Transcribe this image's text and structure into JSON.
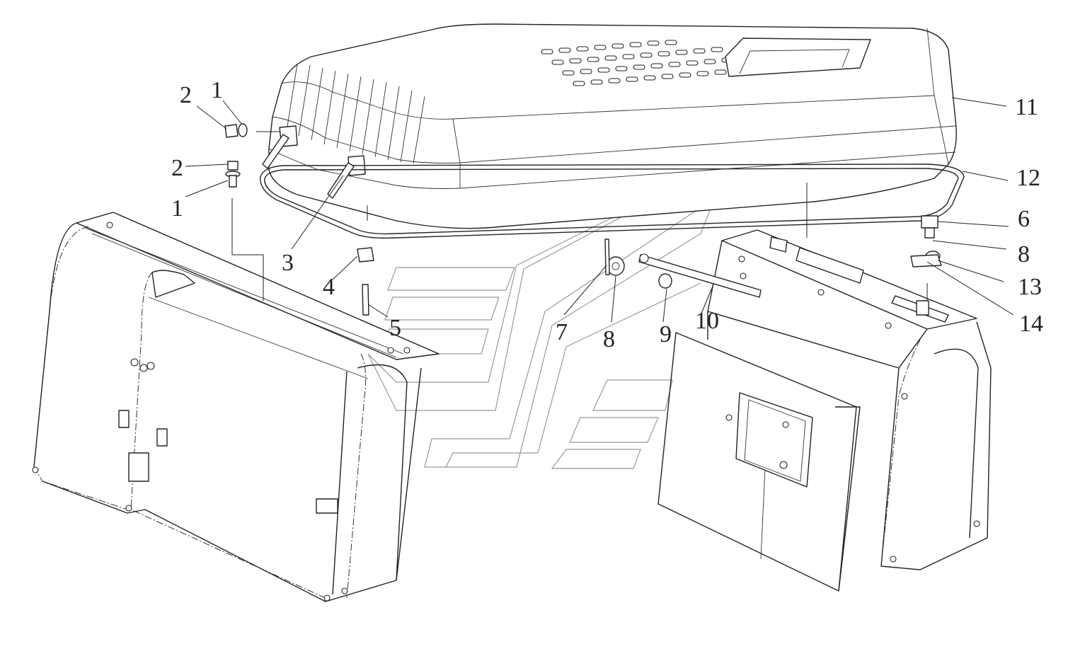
{
  "callouts": [
    {
      "id": "c-1a",
      "text": "1"
    },
    {
      "id": "c-2a",
      "text": "2"
    },
    {
      "id": "c-2b",
      "text": "2"
    },
    {
      "id": "c-1b",
      "text": "1"
    },
    {
      "id": "c-3",
      "text": "3"
    },
    {
      "id": "c-4",
      "text": "4"
    },
    {
      "id": "c-5",
      "text": "5"
    },
    {
      "id": "c-7",
      "text": "7"
    },
    {
      "id": "c-8a",
      "text": "8"
    },
    {
      "id": "c-9",
      "text": "9"
    },
    {
      "id": "c-10",
      "text": "10"
    },
    {
      "id": "c-11",
      "text": "11"
    },
    {
      "id": "c-12",
      "text": "12"
    },
    {
      "id": "c-6",
      "text": "6"
    },
    {
      "id": "c-8b",
      "text": "8"
    },
    {
      "id": "c-13",
      "text": "13"
    },
    {
      "id": "c-14",
      "text": "14"
    }
  ],
  "icons": [
    "watermark-logo-icon"
  ]
}
